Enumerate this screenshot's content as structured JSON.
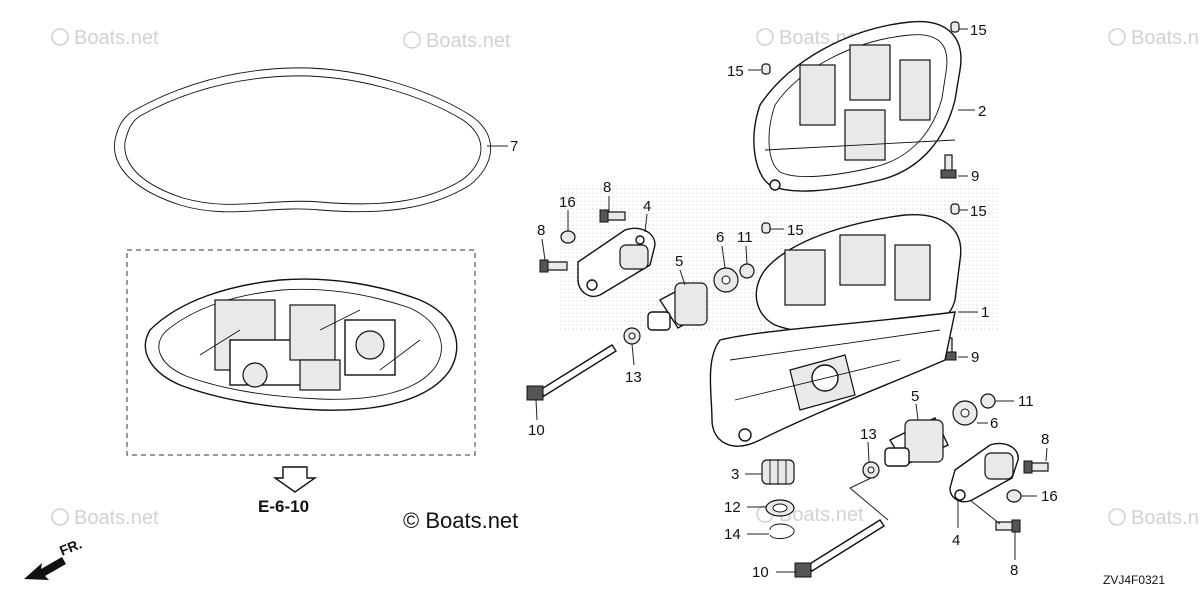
{
  "watermark": "Boats.net",
  "brand_text": "© Boats.net",
  "reference": "E-6-10",
  "direction_label": "FR.",
  "diagram_code": "ZVJ4F0321",
  "callouts": {
    "c7": "7",
    "c15a": "15",
    "c15b": "15",
    "c2": "2",
    "c9a": "9",
    "c15c": "15",
    "c15d": "15",
    "c16a": "16",
    "c8a": "8",
    "c4a": "4",
    "c8b": "8",
    "c6a": "6",
    "c11a": "11",
    "c5a": "5",
    "c1": "1",
    "c9b": "9",
    "c13a": "13",
    "c10a": "10",
    "c11b": "11",
    "c5b": "5",
    "c6b": "6",
    "c13b": "13",
    "c8c": "8",
    "c3": "3",
    "c16b": "16",
    "c12": "12",
    "c14": "14",
    "c4b": "4",
    "c10b": "10",
    "c8d": "8"
  }
}
